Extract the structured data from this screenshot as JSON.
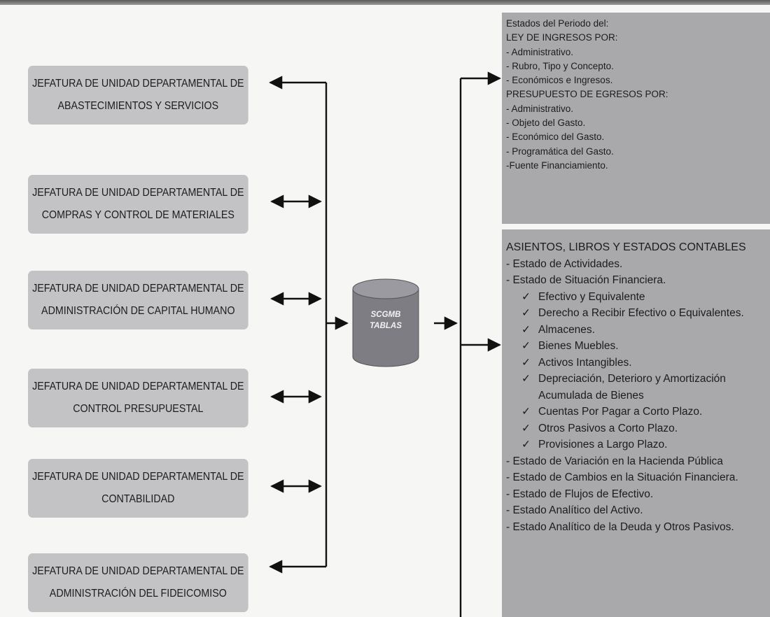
{
  "departments": [
    {
      "line1": "JEFATURA DE UNIDAD DEPARTAMENTAL DE",
      "line2": "ABASTECIMIENTOS Y SERVICIOS"
    },
    {
      "line1": "JEFATURA DE UNIDAD DEPARTAMENTAL DE",
      "line2": "COMPRAS Y CONTROL DE MATERIALES"
    },
    {
      "line1": "JEFATURA DE UNIDAD DEPARTAMENTAL DE",
      "line2": "ADMINISTRACIÓN DE CAPITAL HUMANO"
    },
    {
      "line1": "JEFATURA DE UNIDAD DEPARTAMENTAL DE",
      "line2": "CONTROL PRESUPUESTAL"
    },
    {
      "line1": "JEFATURA DE UNIDAD DEPARTAMENTAL DE",
      "line2": "CONTABILIDAD"
    },
    {
      "line1": "JEFATURA DE UNIDAD DEPARTAMENTAL DE",
      "line2": "ADMINISTRACIÓN DEL FIDEICOMISO"
    }
  ],
  "database": {
    "line1": "SCGMB",
    "line2": "TABLAS"
  },
  "reports_top": [
    "Estados del Periodo del:",
    "LEY DE INGRESOS POR:",
    "- Administrativo.",
    "- Rubro, Tipo y Concepto.",
    "- Económicos e Ingresos.",
    "PRESUPUESTO DE EGRESOS POR:",
    "- Administrativo.",
    "- Objeto del Gasto.",
    "- Económico del Gasto.",
    "- Programática del Gasto.",
    "-Fuente Financiamiento."
  ],
  "reports_bottom": {
    "heading": "ASIENTOS, LIBROS Y ESTADOS CONTABLES",
    "items": [
      {
        "text": "- Estado de Actividades.",
        "kind": "dash"
      },
      {
        "text": "- Estado de Situación Financiera.",
        "kind": "dash"
      },
      {
        "text": "Efectivo y Equivalente",
        "kind": "check"
      },
      {
        "text": "Derecho a Recibir Efectivo o Equivalentes.",
        "kind": "check"
      },
      {
        "text": "Almacenes.",
        "kind": "check"
      },
      {
        "text": "Bienes Muebles.",
        "kind": "check"
      },
      {
        "text": "Activos Intangibles.",
        "kind": "check"
      },
      {
        "text": "Depreciación, Deterioro y Amortización",
        "kind": "check"
      },
      {
        "text": "Acumulada de Bienes",
        "kind": "cont"
      },
      {
        "text": "Cuentas Por Pagar a Corto Plazo.",
        "kind": "check"
      },
      {
        "text": "Otros Pasivos a Corto Plazo.",
        "kind": "check"
      },
      {
        "text": "Provisiones a Largo Plazo.",
        "kind": "check"
      },
      {
        "text": "- Estado de Variación en la Hacienda Pública",
        "kind": "dash"
      },
      {
        "text": "- Estado de Cambios en la Situación Financiera.",
        "kind": "dash"
      },
      {
        "text": "- Estado de Flujos de Efectivo.",
        "kind": "dash"
      },
      {
        "text": "- Estado Analítico del Activo.",
        "kind": "dash"
      },
      {
        "text": "- Estado Analítico de la Deuda y Otros Pasivos.",
        "kind": "dash"
      }
    ]
  },
  "check_glyph": "✓",
  "colors": {
    "box": "#c3c3c6",
    "panel": "#a9a9ac",
    "cylinder": "#7d7d83",
    "line": "#111111"
  }
}
